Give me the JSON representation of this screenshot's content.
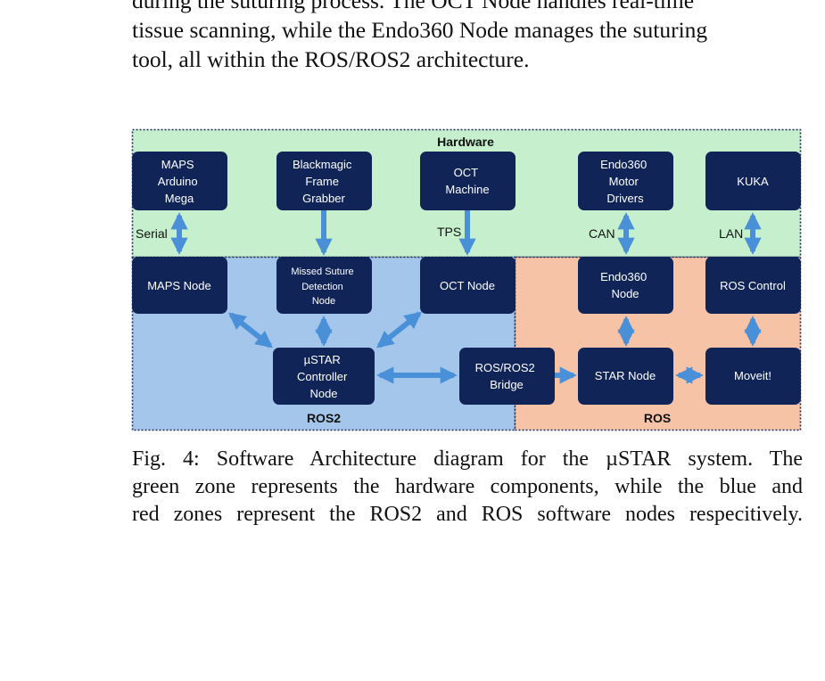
{
  "paragraph": {
    "lines": [
      "during the suturing process. The OCT Node handles real-time",
      "tissue scanning, while the Endo360 Node manages the suturing",
      "tool, all within the ROS/ROS2 architecture."
    ]
  },
  "diagram": {
    "zones": {
      "hardware": "Hardware",
      "ros2": "ROS2",
      "ros": "ROS"
    },
    "nodes": {
      "maps_arduino": [
        "MAPS",
        "Arduino",
        "Mega"
      ],
      "blackmagic": [
        "Blackmagic",
        "Frame",
        "Grabber"
      ],
      "oct_machine": [
        "OCT",
        "Machine"
      ],
      "endo360_drivers": [
        "Endo360",
        "Motor",
        "Drivers"
      ],
      "kuka": [
        "KUKA"
      ],
      "maps_node": [
        "MAPS Node"
      ],
      "missed_suture": [
        "Missed Suture",
        "Detection",
        "Node"
      ],
      "oct_node": [
        "OCT Node"
      ],
      "endo360_node": [
        "Endo360",
        "Node"
      ],
      "ros_control": [
        "ROS Control"
      ],
      "ustar_controller": [
        "µSTAR",
        "Controller",
        "Node"
      ],
      "ros_bridge": [
        "ROS/ROS2",
        "Bridge"
      ],
      "star_node": [
        "STAR Node"
      ],
      "moveit": [
        "Moveit!"
      ]
    },
    "edge_labels": {
      "serial": "Serial",
      "tps": "TPS",
      "can": "CAN",
      "lan": "LAN"
    },
    "colors": {
      "hardware_zone": "#c6efcd",
      "ros2_zone": "#a4c6ea",
      "ros_zone": "#f6c3a6",
      "node_fill": "#102458",
      "arrow": "#4a90d9"
    }
  },
  "caption": {
    "lines": [
      "Fig. 4: Software Architecture diagram for the µSTAR system. The",
      "green zone represents the hardware components, while the blue and",
      "red zones represent the ROS2 and ROS software nodes respecitively."
    ]
  }
}
